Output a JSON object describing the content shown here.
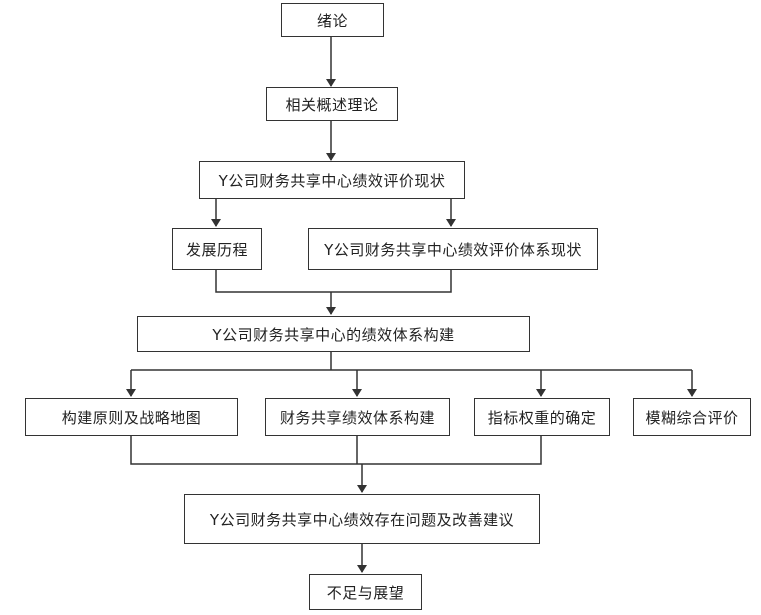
{
  "diagram": {
    "nodes": {
      "intro": "绪论",
      "theory": "相关概述理论",
      "status": "Y公司财务共享中心绩效评价现状",
      "history": "发展历程",
      "system_status": "Y公司财务共享中心绩效评价体系现状",
      "construction": "Y公司财务共享中心的绩效体系构建",
      "principles": "构建原则及战略地图",
      "perf_system": "财务共享绩效体系构建",
      "weights": "指标权重的确定",
      "fuzzy": "模糊综合评价",
      "problems": "Y公司财务共享中心绩效存在问题及改善建议",
      "outlook": "不足与展望"
    }
  }
}
